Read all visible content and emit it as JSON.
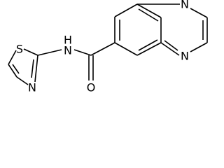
{
  "molecule": {
    "atom_labels": {
      "sulfur": "S",
      "thiazole_nitrogen": "N",
      "amide_nitrogen": "N",
      "amide_hydrogen": "H",
      "carbonyl_oxygen": "O",
      "quinoxaline_n_upper": "N",
      "quinoxaline_n_lower": "N"
    }
  }
}
